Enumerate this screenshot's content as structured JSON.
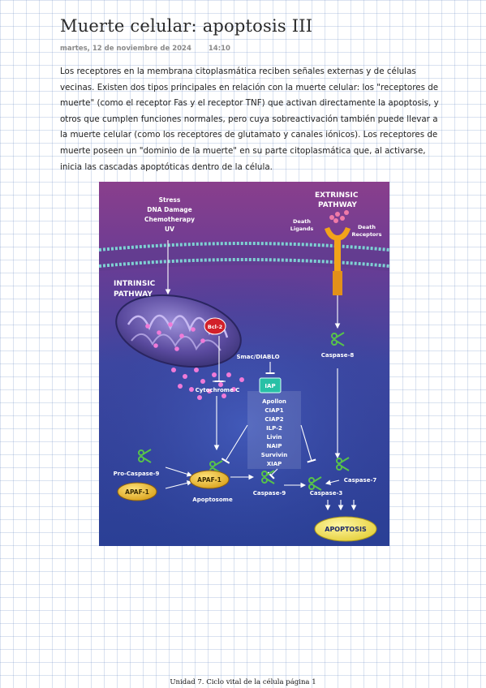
{
  "page": {
    "title": "Muerte celular: apoptosis III",
    "date": "martes, 12 de noviembre de 2024",
    "time": "14:10",
    "paragraph": "Los receptores en la membrana citoplasmática reciben señales externas y de células vecinas. Existen dos tipos principales en relación con la muerte celular: los \"receptores de muerte\" (como el receptor Fas y el receptor TNF) que activan directamente la apoptosis, y otros que cumplen funciones normales, pero cuya sobreactivación también puede llevar a la muerte celular (como los receptores de glutamato y canales iónicos). Los receptores de muerte poseen un \"dominio de la muerte\" en su parte citoplasmática que, al activarse, inicia las cascadas apoptóticas dentro de la célula.",
    "footer": "Unidad 7. Ciclo vital de la célula página 1"
  },
  "diagram": {
    "stress_lines": [
      "Stress",
      "DNA Damage",
      "Chemotherapy",
      "UV"
    ],
    "extrinsic_lines": [
      "EXTRINSIC",
      "PATHWAY"
    ],
    "intrinsic_lines": [
      "INTRINSIC",
      "PATHWAY"
    ],
    "death_ligands_lines": [
      "Death",
      "Ligands"
    ],
    "death_receptors_lines": [
      "Death",
      "Receptors"
    ],
    "bcl2": "Bcl-2",
    "smac": "Smac/DIABLO",
    "cytochrome": "Cytochrome C",
    "iap": "IAP",
    "iap_members": [
      "Apollon",
      "CIAP1",
      "CIAP2",
      "ILP-2",
      "Livin",
      "NAIP",
      "Survivin",
      "XIAP"
    ],
    "caspase8": "Caspase-8",
    "procaspase9": "Pro-Caspase-9",
    "apaf1": "APAF-1",
    "apaf1_small": "APAF-1",
    "apoptosome": "Apoptosome",
    "caspase9": "Caspase-9",
    "caspase3": "Caspase-3",
    "caspase7": "Caspase-7",
    "apoptosis": "APOPTOSIS"
  },
  "colors": {
    "background_top": "#8a3f8c",
    "background_bottom": "#2a3f95",
    "membrane": "#7fd1d3",
    "receptor": "#f2a31a",
    "apaf": "#f3c62f",
    "apoptosis_fill": "#f4e35a",
    "iap_box": "#28c0a6",
    "scissors": "#58c34a"
  }
}
